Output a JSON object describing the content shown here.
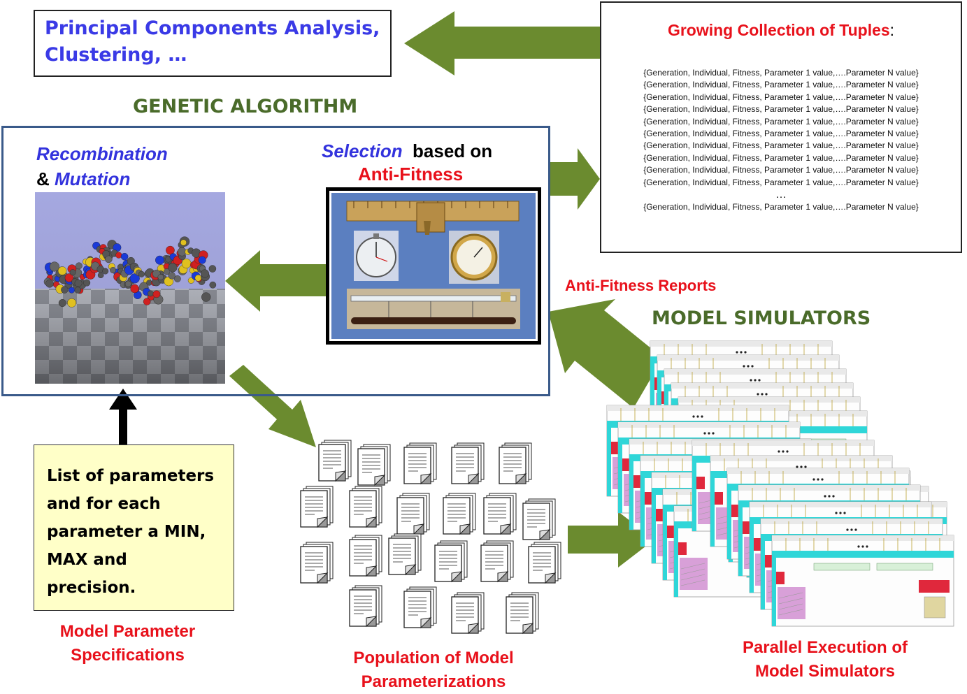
{
  "pca_box": {
    "line1": "Principal Components Analysis,",
    "line2": "Clustering, …"
  },
  "tuples": {
    "title": "Growing Collection of Tuples",
    "colon": ":",
    "rows": [
      "{Generation, Individual, Fitness, Parameter 1 value,….Parameter N value}",
      "{Generation, Individual, Fitness, Parameter 1 value,….Parameter N value}",
      "{Generation, Individual, Fitness, Parameter 1 value,….Parameter N value}",
      "{Generation, Individual, Fitness, Parameter 1 value,….Parameter N value}",
      "{Generation, Individual, Fitness, Parameter 1 value,….Parameter N value}",
      "{Generation, Individual, Fitness, Parameter 1 value,….Parameter N value}",
      "{Generation, Individual, Fitness, Parameter 1 value,….Parameter N value}",
      "{Generation, Individual, Fitness, Parameter 1 value,….Parameter N value}",
      "{Generation, Individual, Fitness, Parameter 1 value,….Parameter N value}",
      "{Generation, Individual, Fitness, Parameter 1 value,….Parameter N value}",
      "…",
      "{Generation, Individual, Fitness, Parameter 1 value,….Parameter N value}"
    ]
  },
  "ga": {
    "title": "GENETIC ALGORITHM",
    "recombination": "Recombination",
    "amp": "&",
    "mutation": "Mutation",
    "selection": "Selection",
    "based_on": "based on",
    "anti_fitness": "Anti-Fitness"
  },
  "params": {
    "lines": [
      "List of parameters",
      "and for each",
      "parameter a MIN,",
      "MAX and",
      "precision."
    ],
    "label_line1": "Model Parameter",
    "label_line2": "Specifications"
  },
  "population": {
    "label_line1": "Population of Model",
    "label_line2": "Parameterizations"
  },
  "simulators": {
    "title": "MODEL SIMULATORS",
    "reports": "Anti-Fitness Reports",
    "label_line1": "Parallel Execution of",
    "label_line2": "Model Simulators"
  },
  "colors": {
    "arrow_green": "#6b8b2f",
    "text_red": "#e8111b",
    "text_blue": "#3333dd",
    "title_green": "#4a6b2a"
  }
}
